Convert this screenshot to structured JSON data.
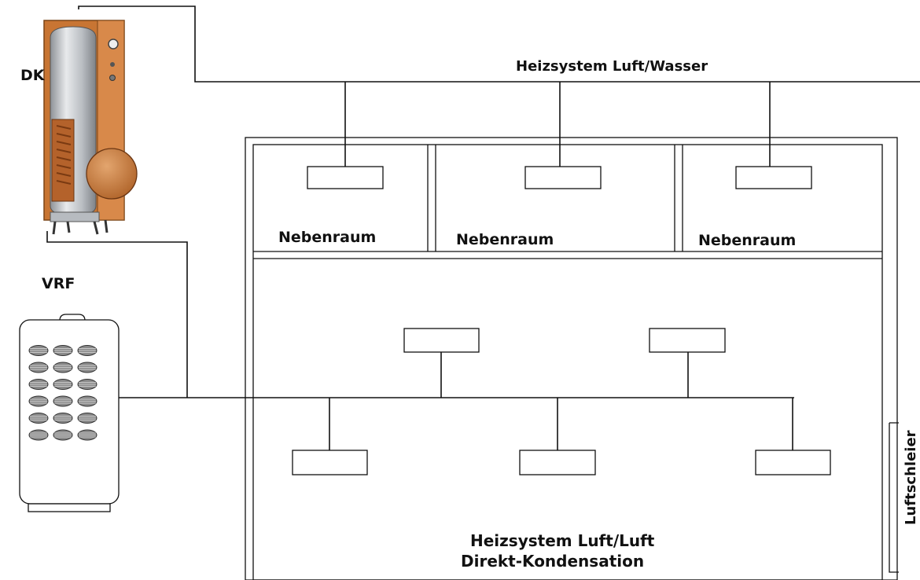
{
  "labels": {
    "dk": "DK",
    "vrf": "VRF",
    "water_system": "Heizsystem Luft/Wasser",
    "air_system_line1": "Heizsystem Luft/Luft",
    "air_system_line2": "Direkt-Kondensation",
    "air_curtain": "Luftschleier"
  },
  "rooms": [
    {
      "label": "Nebenraum"
    },
    {
      "label": "Nebenraum"
    },
    {
      "label": "Nebenraum"
    }
  ],
  "colors": {
    "line": "#111111",
    "boiler_frame": "#c87533",
    "tank_silver": "#c9ccd0",
    "vrf_vent": "#777777"
  }
}
